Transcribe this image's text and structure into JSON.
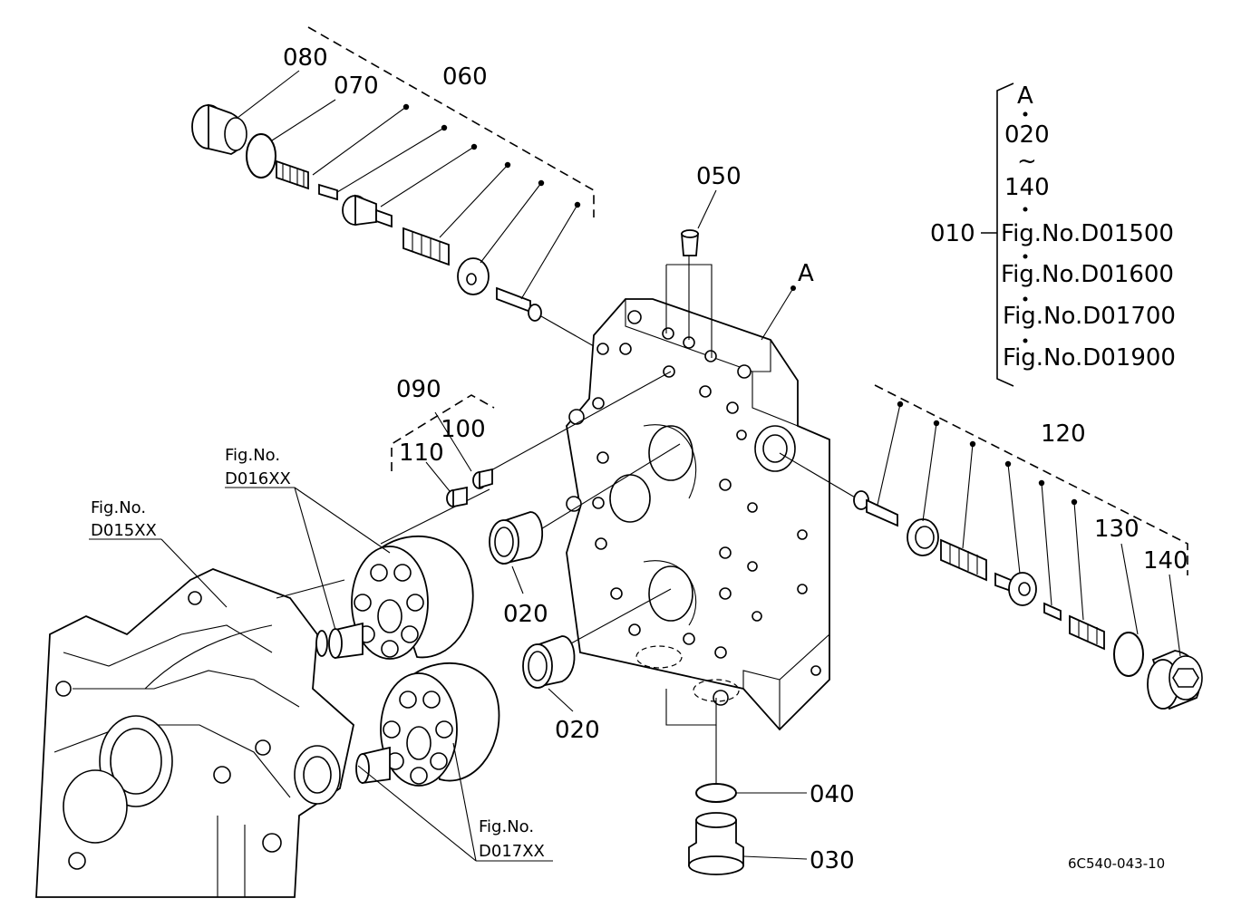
{
  "drawing_id": "6C540-043-10",
  "callouts": {
    "p010": "010",
    "p020a": "020",
    "p020b": "020",
    "p030": "030",
    "p040": "040",
    "p050": "050",
    "p060": "060",
    "p070": "070",
    "p080": "080",
    "p090": "090",
    "p100": "100",
    "p110": "110",
    "p120": "120",
    "p130": "130",
    "p140": "140",
    "assy_a": "A"
  },
  "assembly_note": {
    "a": "A",
    "from": "020",
    "tilde": "~",
    "to": "140",
    "refs": [
      "Fig.No.D01500",
      "Fig.No.D01600",
      "Fig.No.D01700",
      "Fig.No.D01900"
    ]
  },
  "fig_refs": {
    "d015_l1": "Fig.No.",
    "d015_l2": "D015XX",
    "d016_l1": "Fig.No.",
    "d016_l2": "D016XX",
    "d017_l1": "Fig.No.",
    "d017_l2": "D017XX"
  }
}
